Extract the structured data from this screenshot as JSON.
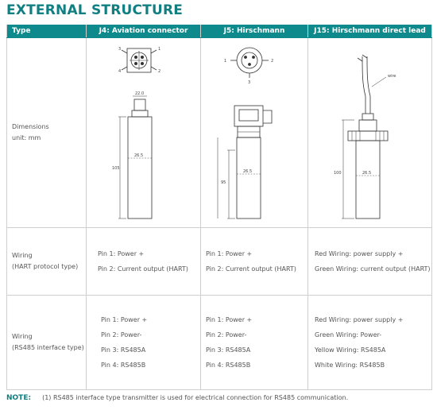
{
  "title": "EXTERNAL STRUCTURE",
  "header": {
    "col_type": "Type",
    "col_j4": "J4:  Aviation connector",
    "col_j5": "J5:  Hirschmann",
    "col_j15": "J15:  Hirschmann direct lead"
  },
  "rows": {
    "dimensions": {
      "label_1": "Dimensions",
      "label_2": "unit:    mm"
    },
    "wiring_hart": {
      "label_1": "Wiring",
      "label_2": "(HART protocol type)",
      "j4": [
        "Pin 1: Power +",
        "Pin 2: Current output (HART)"
      ],
      "j5": [
        "Pin 1: Power +",
        "Pin 2: Current output (HART)"
      ],
      "j15": [
        "Red Wiring: power supply +",
        "Green Wiring: current output (HART)"
      ]
    },
    "wiring_rs485": {
      "label_1": "Wiring",
      "label_2": "(RS485 interface type)",
      "j4": [
        "Pin 1: Power +",
        "Pin 2: Power-",
        "Pin 3: RS485A",
        "Pin 4: RS485B"
      ],
      "j5": [
        "Pin 1: Power +",
        "Pin 2: Power-",
        "Pin 3: RS485A",
        "Pin 4: RS485B"
      ],
      "j15": [
        "Red Wiring: power supply +",
        "Green Wiring: Power-",
        "Yellow Wiring: RS485A",
        "White Wiring: RS485B"
      ]
    }
  },
  "drawings": {
    "j4": {
      "pin_labels": [
        "1",
        "2",
        "3",
        "4"
      ],
      "dim_width_top": "22.0",
      "dim_height": "105",
      "dim_body": "26.5"
    },
    "j5": {
      "pin_labels": [
        "1",
        "2",
        "3"
      ],
      "dim_height": "95",
      "dim_body": "26.5"
    },
    "j15": {
      "wire_label": "wire",
      "dim_height": "100",
      "dim_body": "26.5"
    }
  },
  "note": {
    "label": "NOTE:",
    "text": "(1) RS485 interface type transmitter is used for electrical connection for RS485 communication."
  },
  "colors": {
    "accent": "#0f8a8c",
    "title": "#0f7f82"
  }
}
